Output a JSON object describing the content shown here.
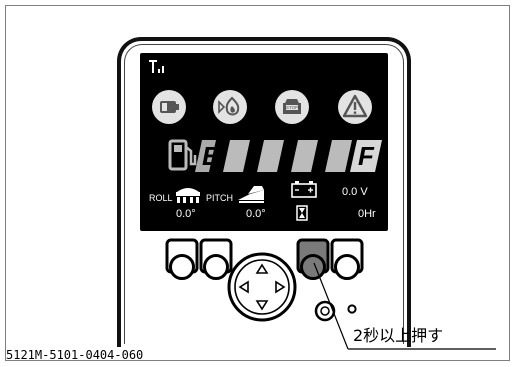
{
  "display": {
    "fuel": {
      "empty_label": "E",
      "full_label": "F"
    },
    "roll": {
      "label": "ROLL",
      "value": "0.0°"
    },
    "pitch": {
      "label": "PITCH",
      "value": "0.0°"
    },
    "battery": {
      "voltage": "0.0 V"
    },
    "hour_meter": {
      "value": "0Hr"
    }
  },
  "status_icons": [
    "battery-icon",
    "engine-preheat-icon",
    "engine-stop-icon",
    "warning-icon"
  ],
  "callout": {
    "text": "2秒以上押す"
  },
  "figure_code": "5121M-5101-0404-060"
}
